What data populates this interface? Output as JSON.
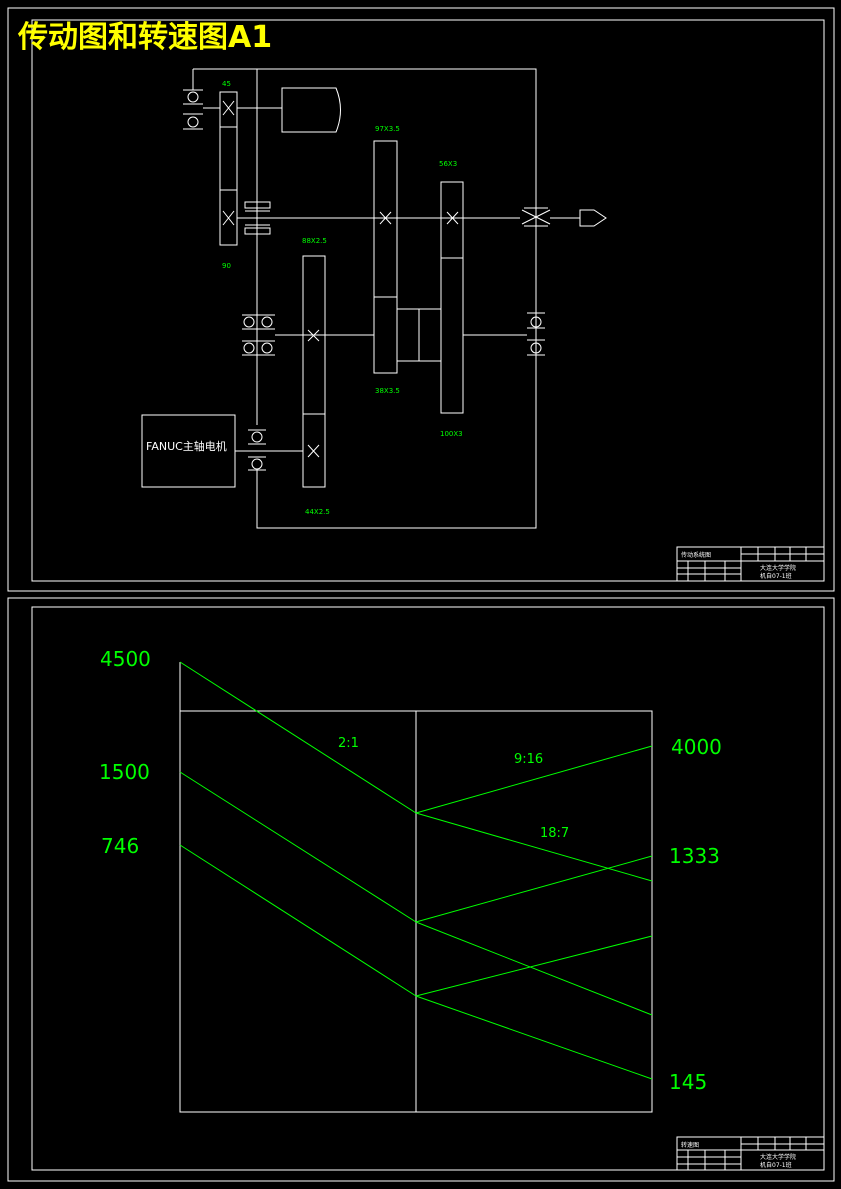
{
  "title": "传动图和转速图A1",
  "colors": {
    "frame": "#ffffff",
    "line": "#ffffff",
    "label": "#00ff00",
    "title": "#ffff00",
    "speed_line": "#00ff00"
  },
  "transmission": {
    "gears": {
      "g45": "45",
      "g90": "90",
      "g97": "97X3.5",
      "g56": "56X3",
      "g88": "88X2.5",
      "g38": "38X3.5",
      "g100": "100X3",
      "g44": "44X2.5"
    },
    "motor_label": "FANUC主轴电机",
    "title_block": {
      "drawing_name": "传动系统图",
      "school": "大连大学学院",
      "class": "机自07-1班"
    }
  },
  "speed": {
    "rpm": {
      "r4500": "4500",
      "r1500": "1500",
      "r746": "746",
      "r4000": "4000",
      "r1333": "1333",
      "r145": "145"
    },
    "ratios": {
      "a": "2:1",
      "b": "9:16",
      "c": "18:7"
    },
    "title_block": {
      "drawing_name": "转速图",
      "school": "大连大学学院",
      "class": "机自07-1班"
    }
  }
}
